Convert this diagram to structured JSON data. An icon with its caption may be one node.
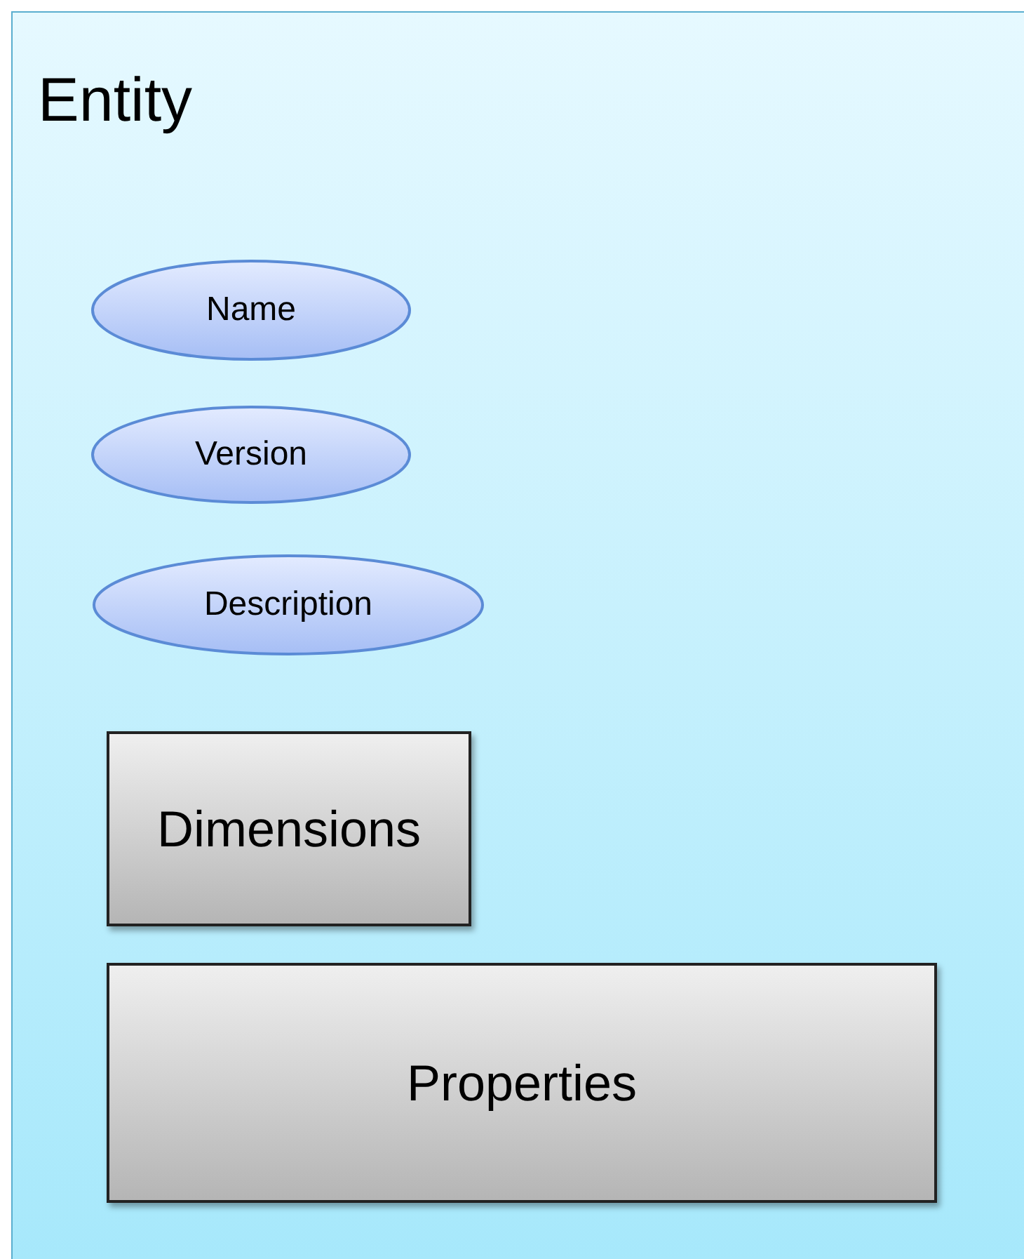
{
  "diagram": {
    "nodes": [
      {
        "text": [
          "Entity"
        ]
      },
      {
        "text": [
          "Name"
        ],
        "in": 0
      },
      {
        "text": [
          "Version"
        ],
        "in": 0
      },
      {
        "text": [
          "Description"
        ],
        "in": 0
      },
      {
        "text": [
          "Dimensions"
        ],
        "in": 0
      },
      {
        "text": [
          "Properties"
        ],
        "in": 0
      }
    ],
    "edges": []
  }
}
